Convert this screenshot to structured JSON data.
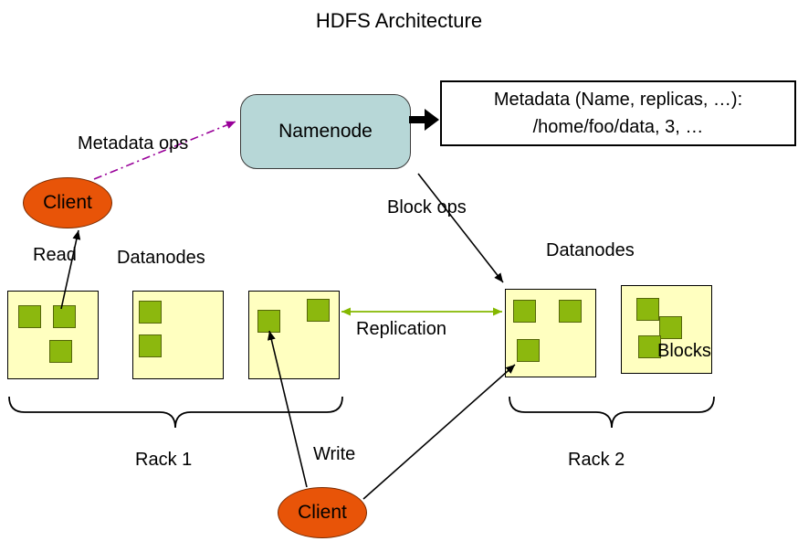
{
  "title": "HDFS Architecture",
  "namenode": {
    "label": "Namenode"
  },
  "metadata_box": {
    "line1": "Metadata (Name, replicas, …):",
    "line2": "/home/foo/data, 3, …"
  },
  "clients": {
    "top": "Client",
    "bottom": "Client"
  },
  "labels": {
    "metadata_ops": "Metadata ops",
    "block_ops": "Block ops",
    "read": "Read",
    "write": "Write",
    "replication": "Replication",
    "datanodes_left": "Datanodes",
    "datanodes_right": "Datanodes",
    "blocks": "Blocks",
    "rack1": "Rack 1",
    "rack2": "Rack 2"
  },
  "colors": {
    "namenode_fill": "#b7d7d7",
    "client_fill": "#e85408",
    "datanode_fill": "#ffffc0",
    "block_fill": "#8cb80e",
    "replication_color": "#84b800",
    "metadata_ops_color": "#990099",
    "arrow_color": "#000000"
  }
}
